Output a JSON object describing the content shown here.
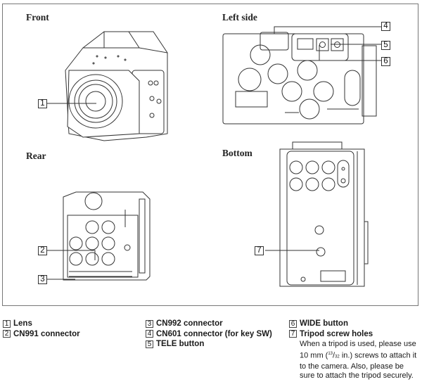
{
  "views": {
    "front": {
      "title": "Front",
      "callouts": [
        "1"
      ]
    },
    "left_side": {
      "title": "Left side",
      "callouts": [
        "4",
        "5",
        "6"
      ]
    },
    "rear": {
      "title": "Rear",
      "callouts": [
        "2",
        "3"
      ]
    },
    "bottom": {
      "title": "Bottom",
      "callouts": [
        "7"
      ]
    }
  },
  "legend": [
    {
      "num": "1",
      "label": "Lens"
    },
    {
      "num": "2",
      "label": "CN991 connector"
    },
    {
      "num": "3",
      "label": "CN992 connector"
    },
    {
      "num": "4",
      "label": "CN601 connector (for key SW)"
    },
    {
      "num": "5",
      "label": "TELE button"
    },
    {
      "num": "6",
      "label": "WIDE button"
    },
    {
      "num": "7",
      "label": "Tripod screw holes"
    }
  ],
  "tripod_note": {
    "line1": "When a tripod is used, please use",
    "line2_pre": "10 mm (",
    "frac_num": "13",
    "frac_den": "32",
    "line2_post": " in.) screws to attach it",
    "line3": "to the camera. Also, please be",
    "line4": "sure to attach the tripod securely."
  }
}
